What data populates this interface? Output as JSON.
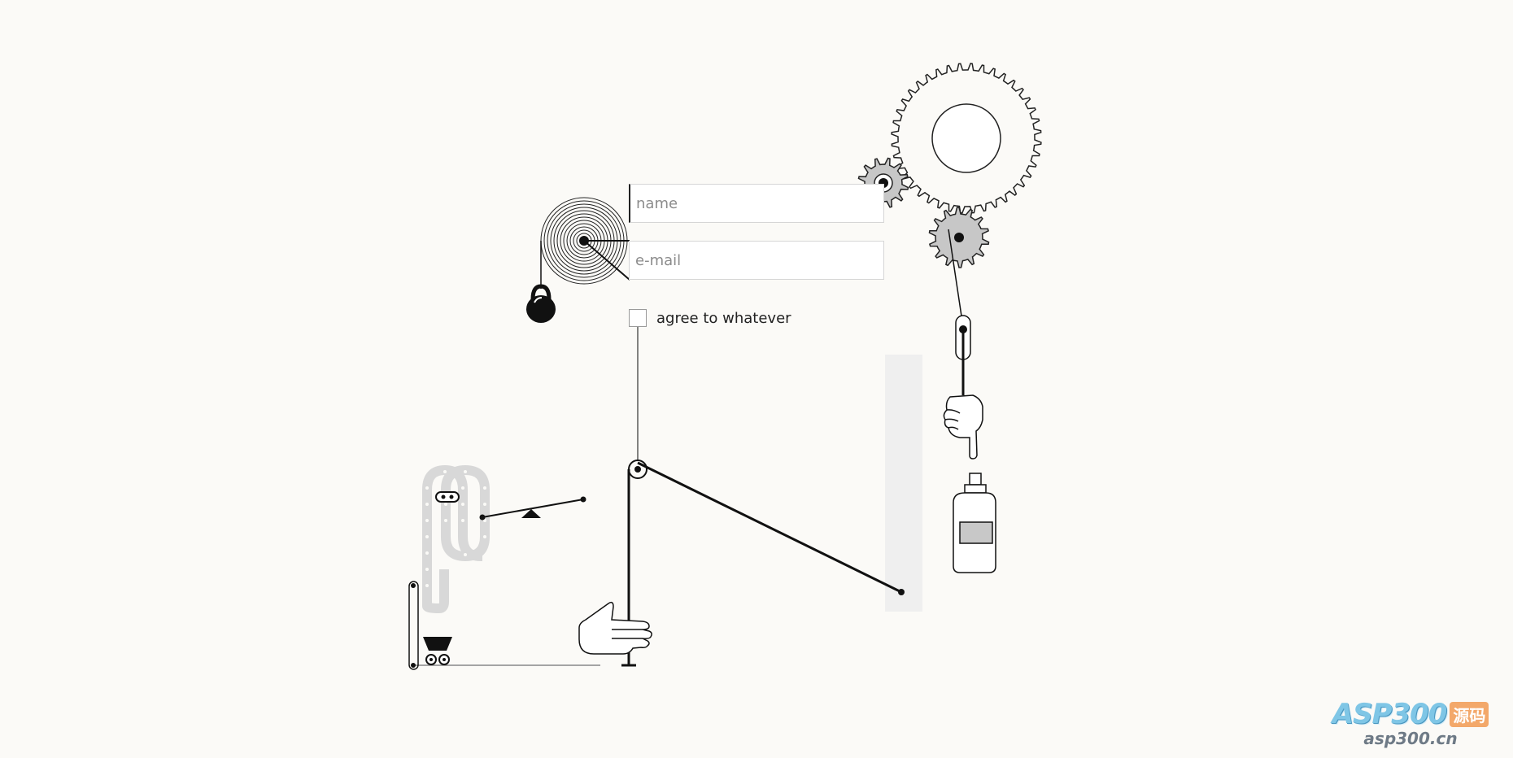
{
  "form": {
    "name_placeholder": "name",
    "email_placeholder": "e-mail",
    "checkbox_label": "agree to whatever"
  },
  "watermark": {
    "brand": "ASP300",
    "tag": "源码",
    "url": "asp300.cn"
  },
  "colors": {
    "background": "#fbfaf7",
    "ink": "#111111",
    "gear_fill": "#c7c7c7",
    "chain": "#d8d8d8",
    "track": "#efefef"
  },
  "icons": [
    "spiral-spring-icon",
    "kettlebell-icon",
    "large-gear-icon",
    "small-gear-icon",
    "pointing-hand-icon",
    "spray-bottle-icon",
    "flat-hand-icon",
    "chain-loop-icon",
    "seesaw-icon",
    "cart-icon"
  ]
}
